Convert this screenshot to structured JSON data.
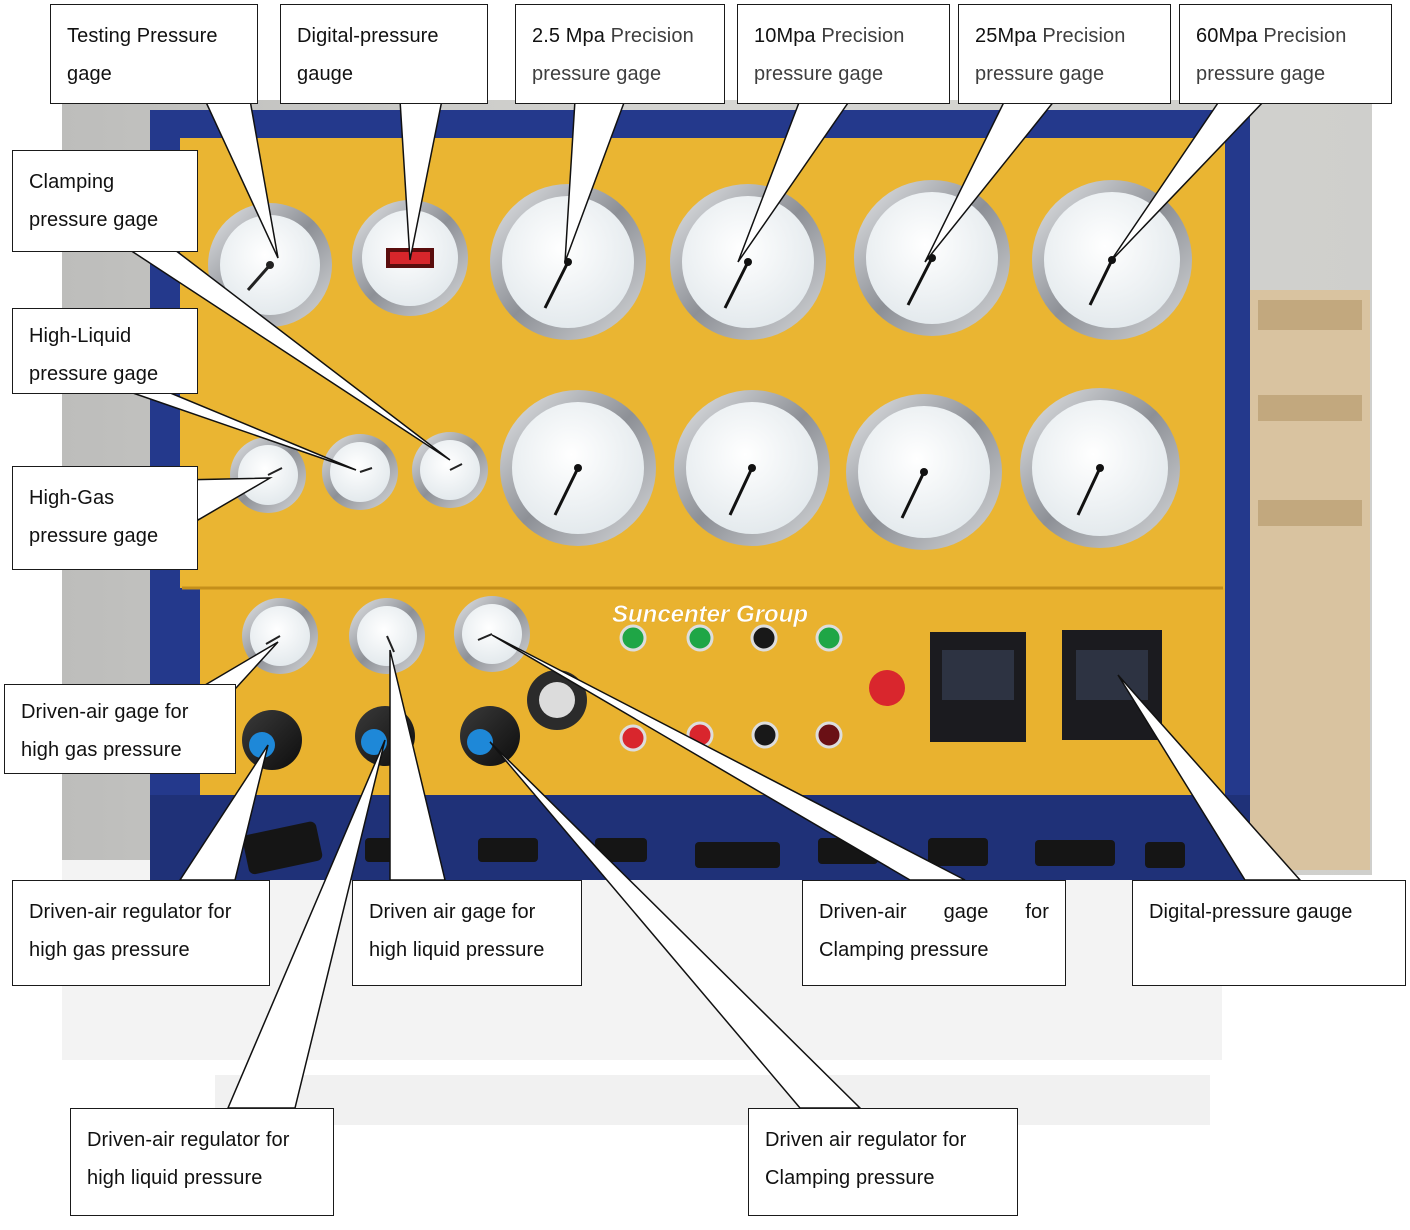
{
  "brand": "Suncenter Group",
  "colors": {
    "panel_yellow": "#eab532",
    "frame_blue": "#24398c",
    "wall_gray": "#c9c9c6",
    "gauge_face": "#eef2f4",
    "bezel": "#b9bcc0",
    "button_green": "#1fa646",
    "button_red": "#d9262d",
    "knob_blue": "#1e88d8"
  },
  "callouts": {
    "testing_pressure_gage": {
      "line1": "Testing Pressure",
      "line2": "gage"
    },
    "digital_pressure_gauge_top": {
      "line1": "Digital-pressure",
      "line2": "gauge"
    },
    "precision_2_5": {
      "line1a": "2.5 Mpa",
      "line1b": "Precision",
      "line2": "pressure gage"
    },
    "precision_10": {
      "line1a": "10Mpa",
      "line1b": "Precision",
      "line2": "pressure gage"
    },
    "precision_25": {
      "line1a": "25Mpa",
      "line1b": "Precision",
      "line2": "pressure gage"
    },
    "precision_60": {
      "line1a": "60Mpa",
      "line1b": "Precision",
      "line2": "pressure gage"
    },
    "clamping_pressure_gage": {
      "line1": "Clamping",
      "line2": "pressure gage"
    },
    "high_liquid_pressure_gage": {
      "line1": "High-Liquid",
      "line2": "pressure gage"
    },
    "high_gas_pressure_gage": {
      "line1": "High-Gas",
      "line2": "pressure gage"
    },
    "driven_air_gage_high_gas": {
      "line1": "Driven-air gage for",
      "line2": "high gas pressure"
    },
    "driven_air_regulator_high_gas": {
      "line1": "Driven-air regulator for",
      "line2": "high gas pressure"
    },
    "driven_air_gage_high_liquid": {
      "line1": "Driven air gage for",
      "line2": "high liquid pressure"
    },
    "driven_air_gage_clamping": {
      "w1": "Driven-air",
      "w2": "gage",
      "w3": "for",
      "line2": "Clamping pressure"
    },
    "digital_pressure_gauge_bottom": {
      "line1": "Digital-pressure gauge"
    },
    "driven_air_regulator_high_liquid": {
      "line1": "Driven-air regulator for",
      "line2": "high liquid pressure"
    },
    "driven_air_regulator_clamping": {
      "line1": "Driven air regulator for",
      "line2": "Clamping pressure"
    }
  }
}
